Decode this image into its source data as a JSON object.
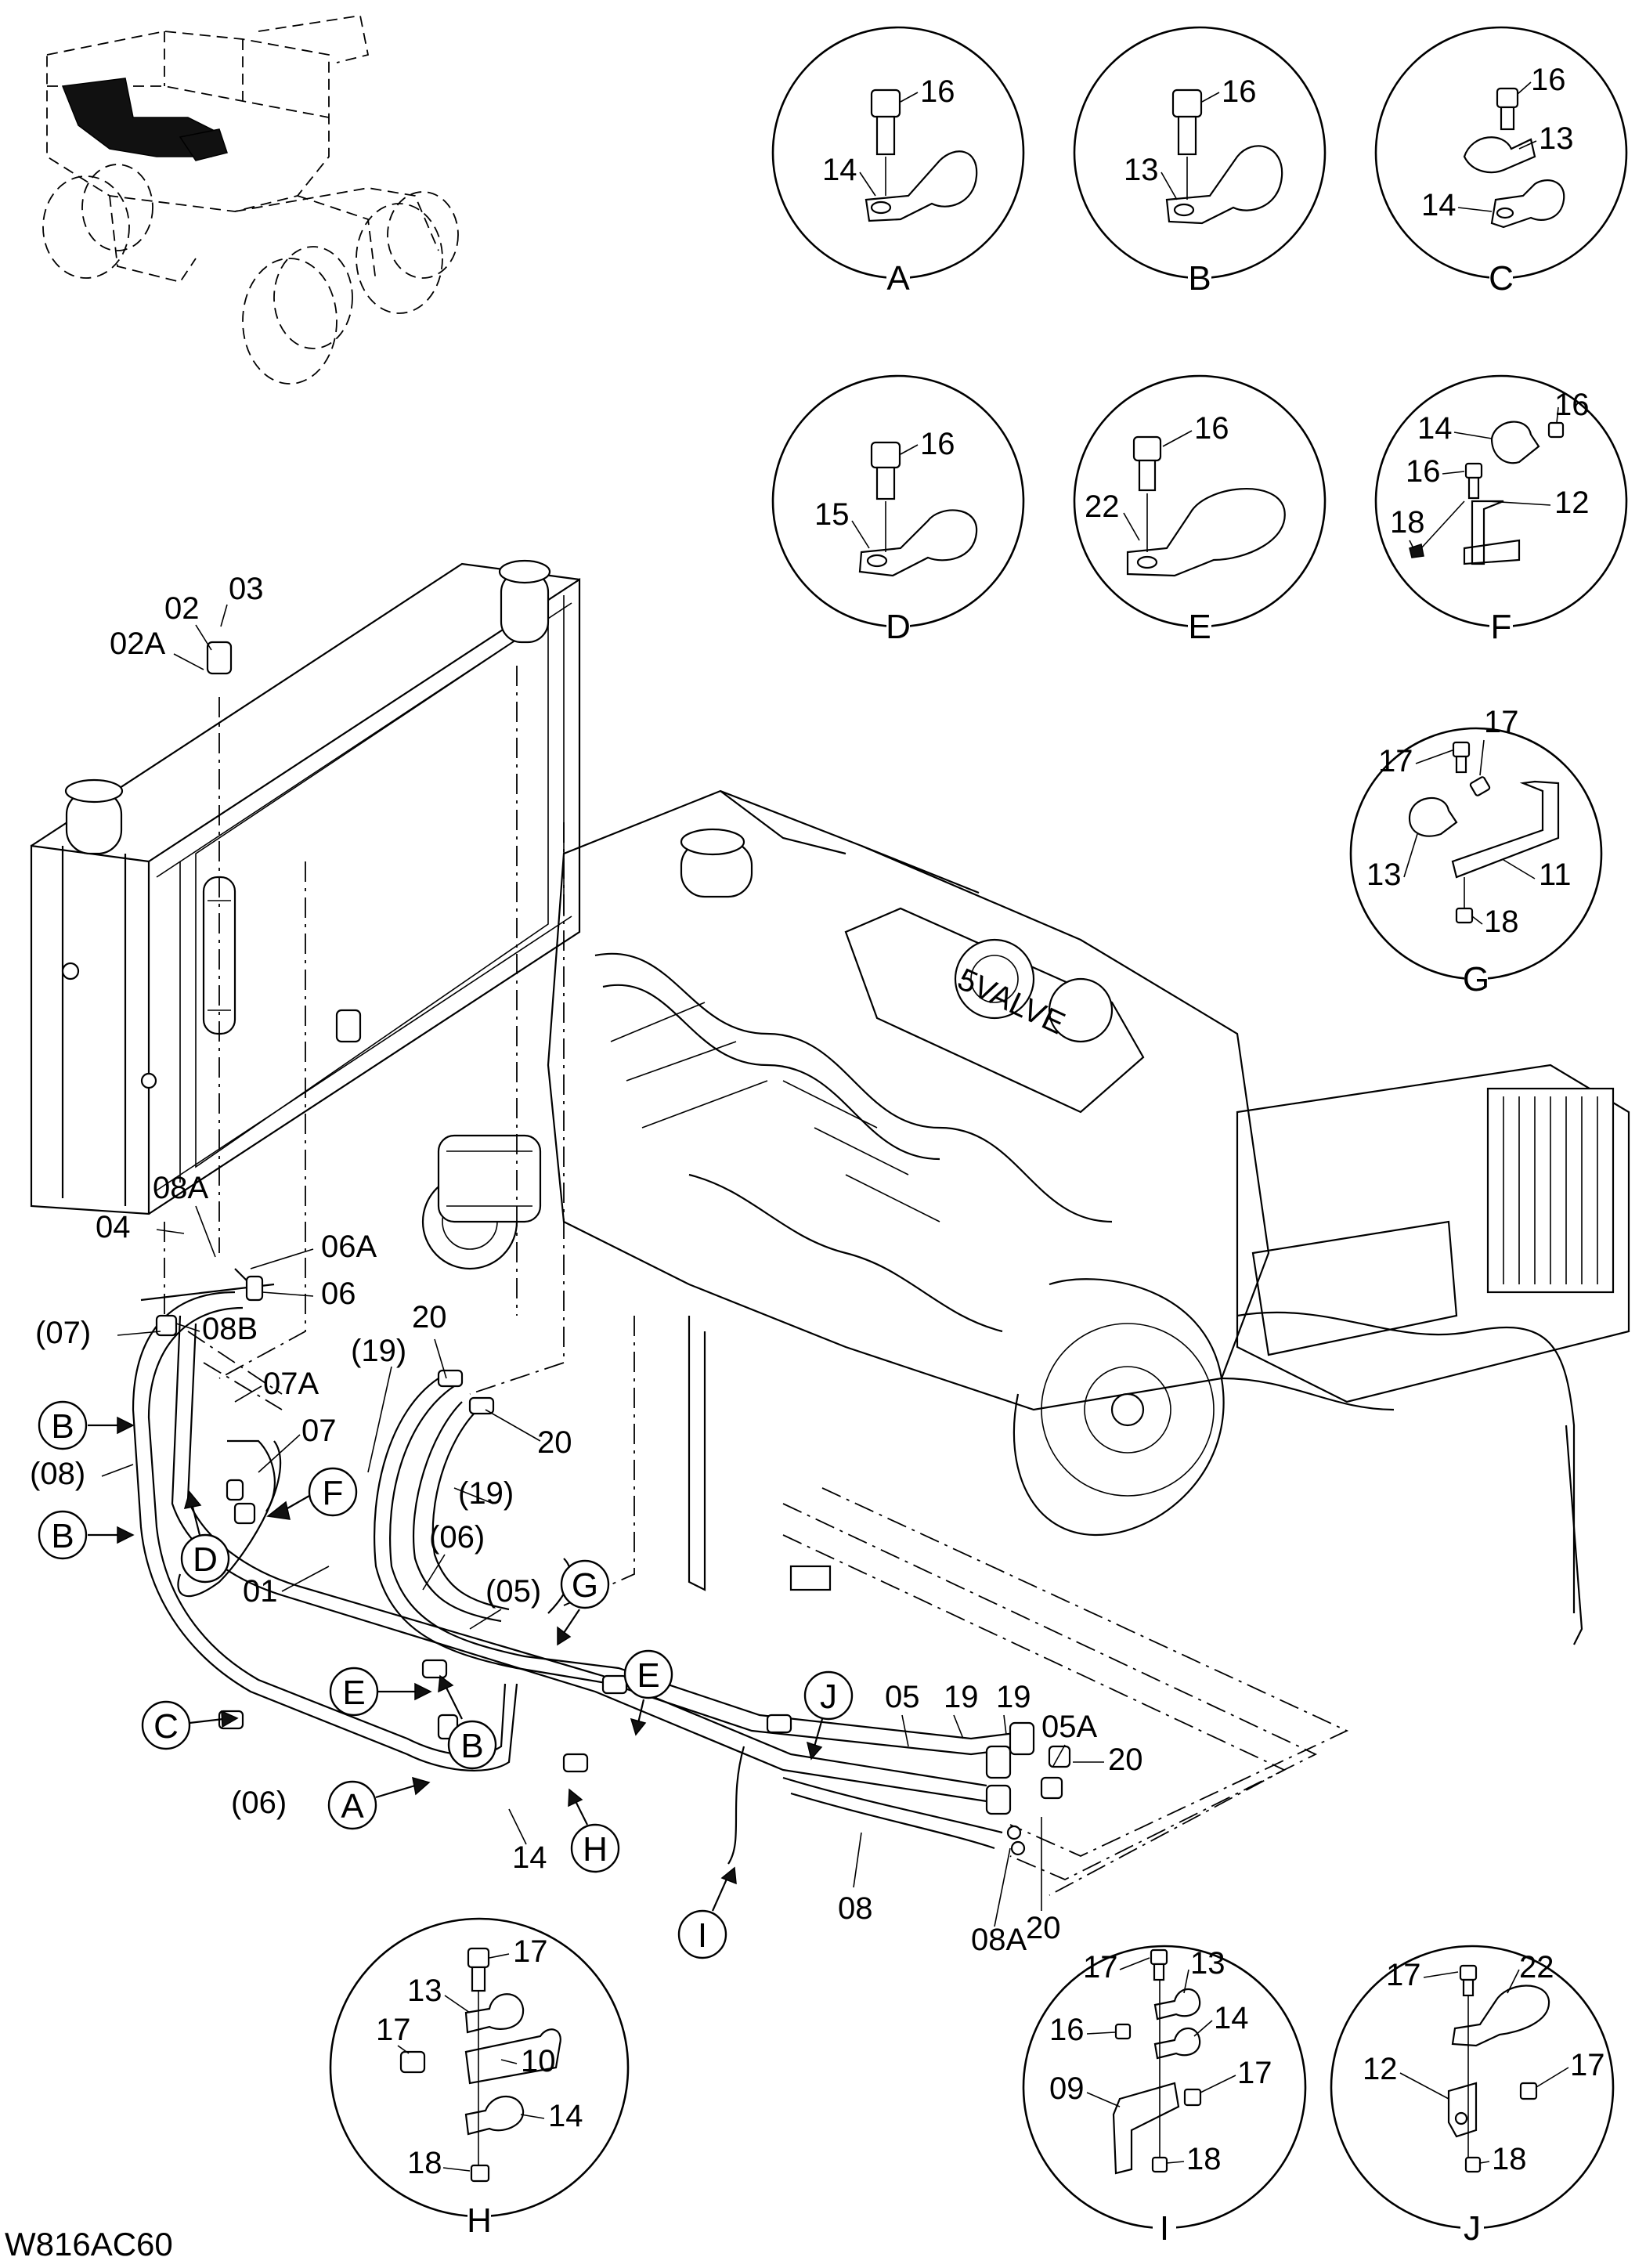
{
  "drawing_code": "W816AC60",
  "detail_views": [
    {
      "id": "A",
      "caption": "A",
      "labels": [
        "16",
        "14"
      ]
    },
    {
      "id": "B",
      "caption": "B",
      "labels": [
        "16",
        "13"
      ]
    },
    {
      "id": "C",
      "caption": "C",
      "labels": [
        "16",
        "13",
        "14"
      ]
    },
    {
      "id": "D",
      "caption": "D",
      "labels": [
        "16",
        "15"
      ]
    },
    {
      "id": "E",
      "caption": "E",
      "labels": [
        "16",
        "22"
      ]
    },
    {
      "id": "F",
      "caption": "F",
      "labels": [
        "16",
        "14",
        "16",
        "18",
        "12"
      ]
    },
    {
      "id": "G",
      "caption": "G",
      "labels": [
        "17",
        "17",
        "13",
        "11",
        "18"
      ]
    },
    {
      "id": "H",
      "caption": "H",
      "labels": [
        "17",
        "13",
        "17",
        "10",
        "14",
        "18"
      ]
    },
    {
      "id": "I",
      "caption": "I",
      "labels": [
        "17",
        "13",
        "16",
        "14",
        "09",
        "17",
        "18"
      ]
    },
    {
      "id": "J",
      "caption": "J",
      "labels": [
        "17",
        "22",
        "12",
        "17",
        "18"
      ]
    }
  ],
  "main_labels": [
    "03",
    "02",
    "02A",
    "08A",
    "04",
    "06A",
    "06",
    "(07)",
    "08B",
    "07A",
    "07",
    "(08)",
    "20",
    "(19)",
    "20",
    "(19)",
    "01",
    "(06)",
    "(05)",
    "(06)",
    "14",
    "05",
    "19",
    "19",
    "05A",
    "20",
    "08",
    "08A",
    "20"
  ],
  "callouts": [
    "B",
    "B",
    "F",
    "D",
    "C",
    "E",
    "B",
    "A",
    "G",
    "E",
    "J",
    "H",
    "I"
  ],
  "engine_marking": "5VALVE"
}
